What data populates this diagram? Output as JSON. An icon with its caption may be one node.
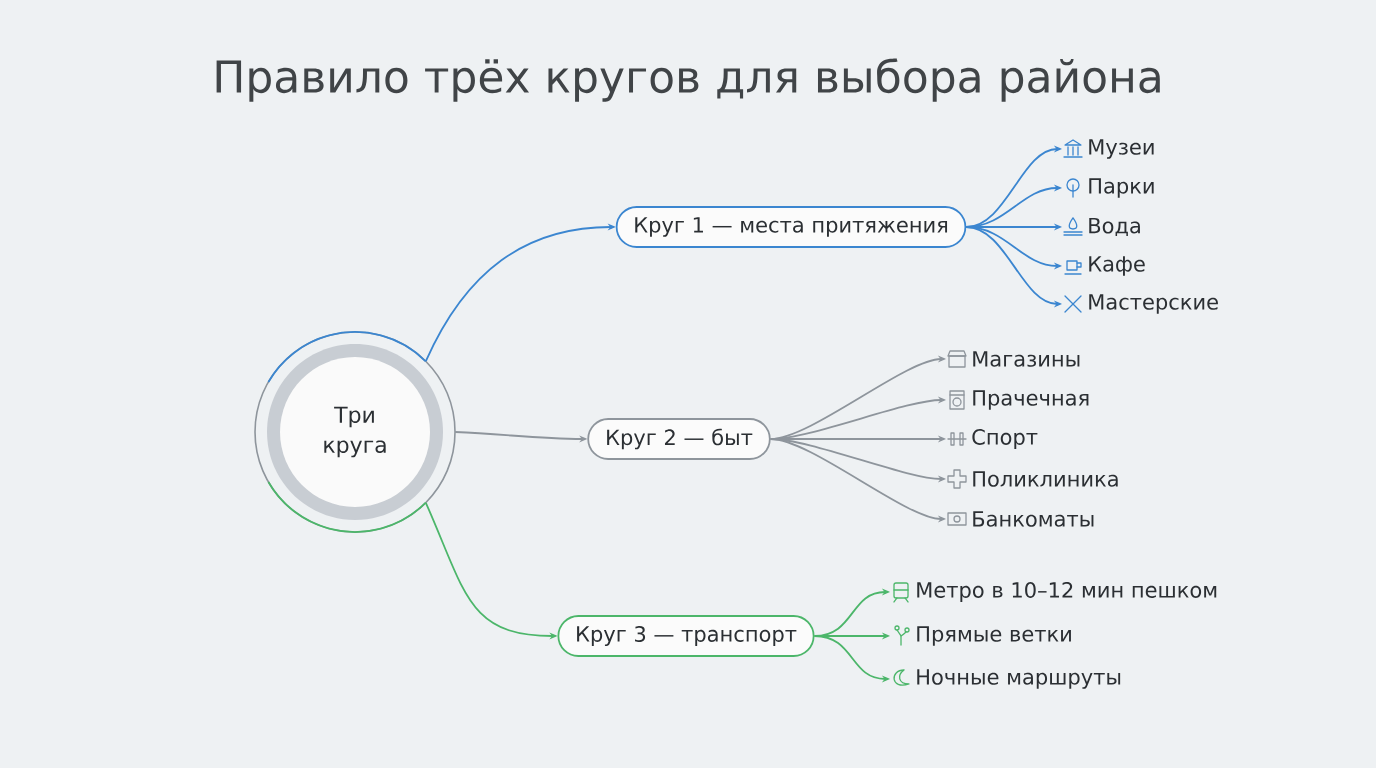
{
  "diagram": {
    "title": "Правило трёх кругов для выбора района",
    "nodes": [
      {
        "text": [
          "Три круга"
        ]
      },
      {
        "text": [
          "Круг 1 — места притяжения"
        ]
      },
      {
        "text": [
          "Круг 2 — быт"
        ]
      },
      {
        "text": [
          "Круг 3 — транспорт"
        ]
      },
      {
        "text": [
          "Музеи"
        ]
      },
      {
        "text": [
          "Парки"
        ]
      },
      {
        "text": [
          "Вода"
        ]
      },
      {
        "text": [
          "Кафе"
        ]
      },
      {
        "text": [
          "Мастерские"
        ]
      },
      {
        "text": [
          "Магазины"
        ]
      },
      {
        "text": [
          "Прачечная"
        ]
      },
      {
        "text": [
          "Спорт"
        ]
      },
      {
        "text": [
          "Поликлиника"
        ]
      },
      {
        "text": [
          "Банкоматы"
        ]
      },
      {
        "text": [
          "Метро в 10–12 мин пешком"
        ]
      },
      {
        "text": [
          "Прямые ветки"
        ]
      },
      {
        "text": [
          "Ночные маршруты"
        ]
      }
    ],
    "edges": [
      {
        "from": 0,
        "to": 1,
        "arrow": "to",
        "color": "#3b86d0"
      },
      {
        "from": 0,
        "to": 2,
        "arrow": "to",
        "color": "#8e959c"
      },
      {
        "from": 0,
        "to": 3,
        "arrow": "to",
        "color": "#4cb66a"
      },
      {
        "from": 1,
        "to": 4,
        "arrow": "to",
        "color": "#3b86d0"
      },
      {
        "from": 1,
        "to": 5,
        "arrow": "to",
        "color": "#3b86d0"
      },
      {
        "from": 1,
        "to": 6,
        "arrow": "to",
        "color": "#3b86d0"
      },
      {
        "from": 1,
        "to": 7,
        "arrow": "to",
        "color": "#3b86d0"
      },
      {
        "from": 1,
        "to": 8,
        "arrow": "to",
        "color": "#3b86d0"
      },
      {
        "from": 2,
        "to": 9,
        "arrow": "to",
        "color": "#8e959c"
      },
      {
        "from": 2,
        "to": 10,
        "arrow": "to",
        "color": "#8e959c"
      },
      {
        "from": 2,
        "to": 11,
        "arrow": "to",
        "color": "#8e959c"
      },
      {
        "from": 2,
        "to": 12,
        "arrow": "to",
        "color": "#8e959c"
      },
      {
        "from": 2,
        "to": 13,
        "arrow": "to",
        "color": "#8e959c"
      },
      {
        "from": 3,
        "to": 14,
        "arrow": "to",
        "color": "#4cb66a"
      },
      {
        "from": 3,
        "to": 15,
        "arrow": "to",
        "color": "#4cb66a"
      },
      {
        "from": 3,
        "to": 16,
        "arrow": "to",
        "color": "#4cb66a"
      }
    ]
  }
}
